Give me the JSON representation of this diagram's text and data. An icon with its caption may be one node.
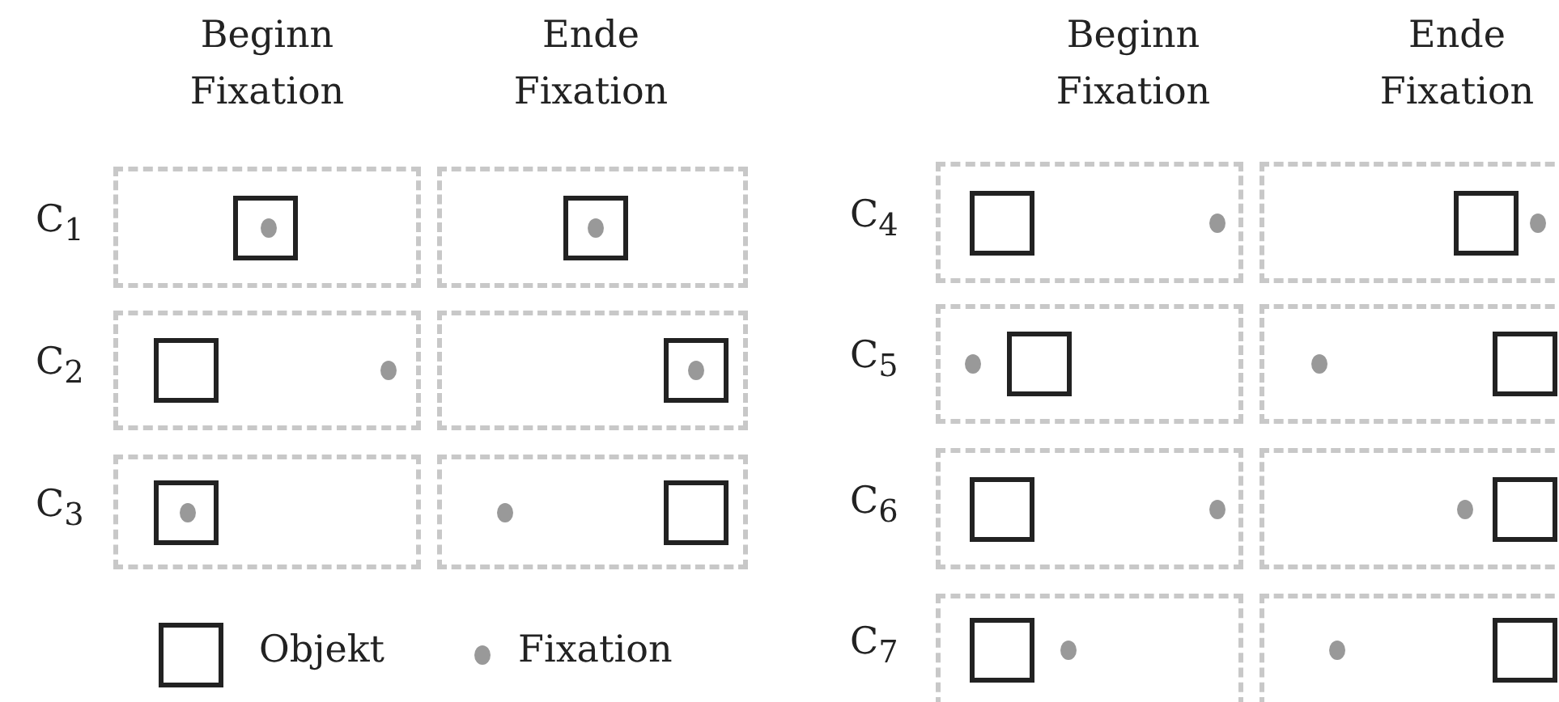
{
  "diagram": {
    "labels": [
      "Beginn Fixation",
      "Ende Fixation",
      "Beginn Fixation",
      "Ende Fixation",
      "C$_{1}$",
      "C$_{2}$",
      "C$_{3}$",
      "C$_{4}$",
      "C$_{5}$",
      "C$_{6}$",
      "C$_{7}$"
    ],
    "legend": [
      {
        "text": "Objekt"
      },
      {
        "text": "Fixation"
      }
    ]
  }
}
